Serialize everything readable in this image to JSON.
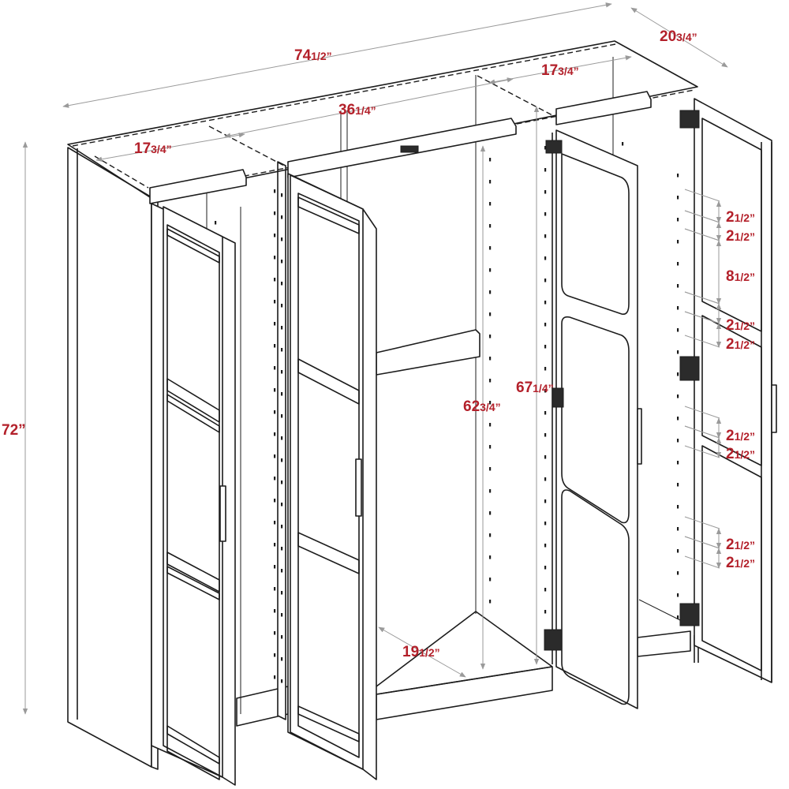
{
  "diagram": {
    "dimensions": [
      {
        "id": "overall-width",
        "whole": "74",
        "fraction": "1/2”"
      },
      {
        "id": "depth",
        "whole": "20",
        "fraction": "3/4”"
      },
      {
        "id": "overall-height",
        "whole": "72”",
        "fraction": ""
      },
      {
        "id": "left-compartment-width",
        "whole": "17",
        "fraction": "3/4”"
      },
      {
        "id": "right-compartment-width",
        "whole": "17",
        "fraction": "3/4”"
      },
      {
        "id": "center-compartment-width",
        "whole": "36",
        "fraction": "1/4”"
      },
      {
        "id": "center-interior-height",
        "whole": "62",
        "fraction": "3/4”"
      },
      {
        "id": "right-interior-height",
        "whole": "67",
        "fraction": "1/4”"
      },
      {
        "id": "interior-depth",
        "whole": "19",
        "fraction": "1/2”"
      },
      {
        "id": "shelf-spacing-1",
        "whole": "2",
        "fraction": "1/2”"
      },
      {
        "id": "shelf-spacing-2",
        "whole": "2",
        "fraction": "1/2”"
      },
      {
        "id": "shelf-spacing-large",
        "whole": "8",
        "fraction": "1/2”"
      },
      {
        "id": "shelf-spacing-3",
        "whole": "2",
        "fraction": "1/2”"
      },
      {
        "id": "shelf-spacing-4",
        "whole": "2",
        "fraction": "1/2”"
      },
      {
        "id": "shelf-spacing-5",
        "whole": "2",
        "fraction": "1/2”"
      },
      {
        "id": "shelf-spacing-6",
        "whole": "2",
        "fraction": "1/2”"
      },
      {
        "id": "shelf-spacing-7",
        "whole": "2",
        "fraction": "1/2”"
      },
      {
        "id": "shelf-spacing-8",
        "whole": "2",
        "fraction": "1/2”"
      }
    ],
    "colors": {
      "label": "#b3202a",
      "line": "#1c1c1c",
      "dimension_line": "#9a9a9a"
    }
  }
}
